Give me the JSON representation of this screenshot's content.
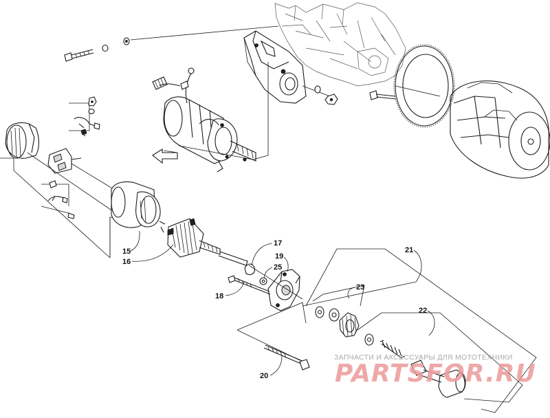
{
  "callouts": {
    "c15": "15",
    "c16": "16",
    "c17": "17",
    "c18": "18",
    "c19": "19",
    "c20": "20",
    "c21": "21",
    "c22": "22",
    "c23": "23",
    "c25": "25"
  },
  "watermark": {
    "tagline": "ЗАПЧАСТИ И АКСЕССУАРЫ ДЛЯ МОТОТЕХНИКИ",
    "logo": "PARTSFOR.RU"
  },
  "colors": {
    "line": "#1a1a1a",
    "watermark_logo": "#ec9a9a",
    "watermark_tagline": "#a9a9a9"
  }
}
